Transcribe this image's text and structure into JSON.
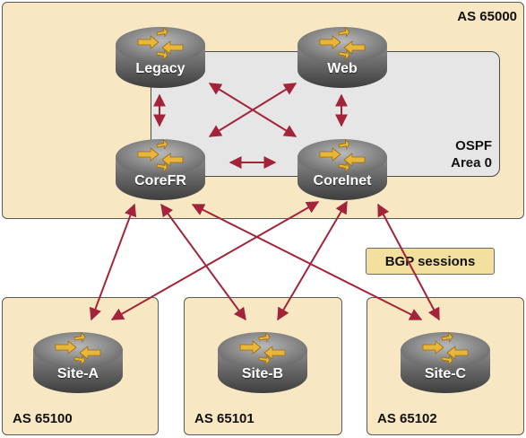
{
  "as_main": {
    "label": "AS 65000"
  },
  "ospf": {
    "line1": "OSPF",
    "line2": "Area 0"
  },
  "bgp": {
    "label": "BGP sessions"
  },
  "sites": [
    {
      "as_label": "AS 65100"
    },
    {
      "as_label": "AS 65101"
    },
    {
      "as_label": "AS 65102"
    }
  ],
  "routers": {
    "legacy": "Legacy",
    "web": "Web",
    "corefr": "CoreFR",
    "corenet": "CoreInet",
    "site_a": "Site-A",
    "site_b": "Site-B",
    "site_c": "Site-C"
  },
  "colors": {
    "as_fill": "#f7e8c3",
    "ospf_fill": "#e6e6e6",
    "arrow": "#a3243a",
    "router_body": "#6e6e6e",
    "router_arrow": "#e8b63a"
  }
}
